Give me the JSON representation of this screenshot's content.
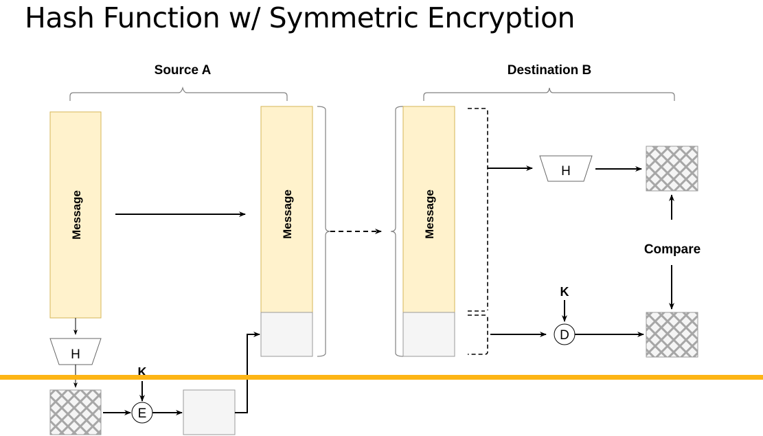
{
  "slide": {
    "title": "Hash Function w/ Symmetric Encryption",
    "accent_color": "#FDB515"
  },
  "diagram": {
    "source_label": "Source A",
    "destination_label": "Destination B",
    "message_label": "Message",
    "hash_label": "H",
    "encrypt_label": "E",
    "decrypt_label": "D",
    "key_label": "K",
    "compare_label": "Compare",
    "colors": {
      "message_fill": "#FFF2CC",
      "message_stroke": "#D6B656",
      "block_fill": "#F5F5F5",
      "block_stroke": "#999999",
      "hatch": "#A6A6A6",
      "brace": "#808080"
    }
  }
}
